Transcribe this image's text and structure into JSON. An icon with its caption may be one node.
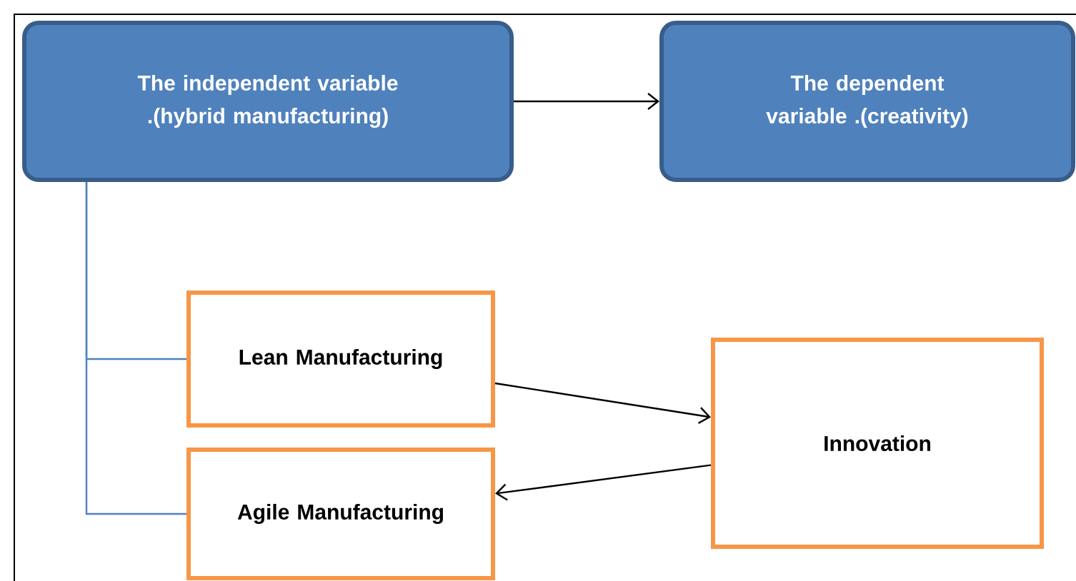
{
  "diagram": {
    "nodes": [
      {
        "text": [
          "The independent variable .(hybrid manufacturing)"
        ]
      },
      {
        "text": [
          "The dependent variable .(creativity)"
        ]
      },
      {
        "text": [
          "Lean Manufacturing"
        ]
      },
      {
        "text": [
          "Agile Manufacturing"
        ]
      },
      {
        "text": [
          "Innovation"
        ]
      }
    ],
    "edges": [
      {
        "from": 0,
        "to": 1,
        "arrow": "to"
      },
      {
        "from": 0,
        "to": 2,
        "arrow": "none",
        "color": "#4f81bd"
      },
      {
        "from": 0,
        "to": 3,
        "arrow": "none",
        "color": "#4f81bd"
      },
      {
        "from": 2,
        "to": 4,
        "arrow": "to"
      },
      {
        "from": 4,
        "to": 3,
        "arrow": "to"
      }
    ]
  }
}
